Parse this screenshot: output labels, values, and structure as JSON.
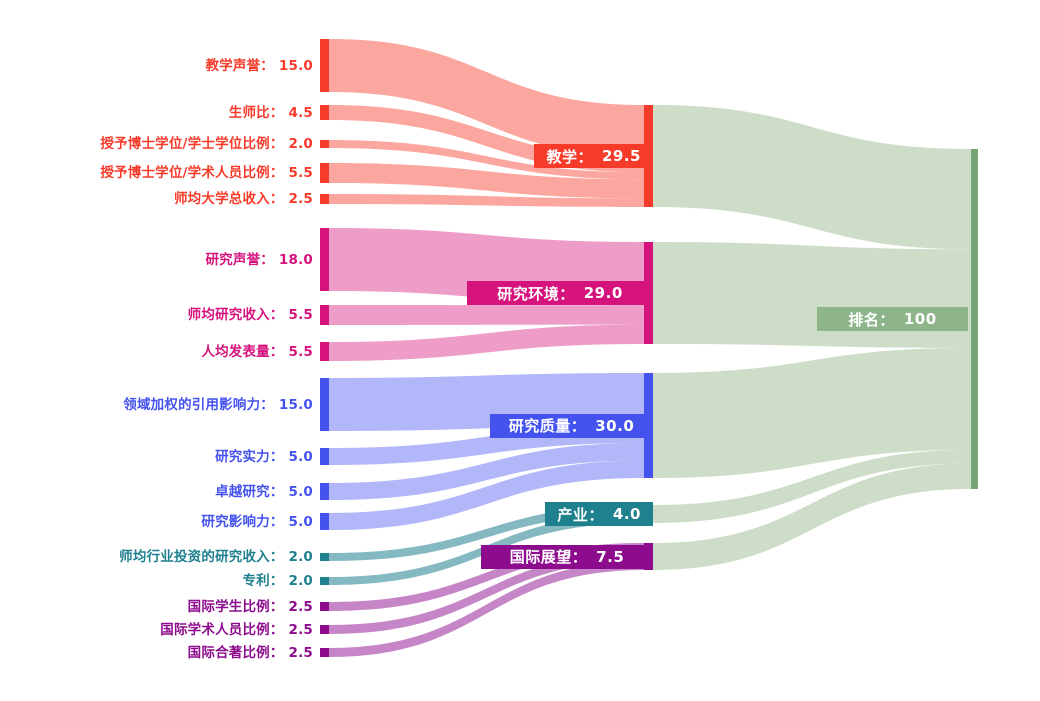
{
  "chart_data": {
    "type": "sankey",
    "title": "",
    "orientation": "horizontal",
    "background": "#ffffff",
    "separator": "：",
    "total": 100,
    "target": {
      "id": "rank",
      "label": "排名",
      "value": 100,
      "display": "100",
      "color": "#75a673",
      "flow_color": "#cdddc8"
    },
    "categories": [
      {
        "id": "teaching",
        "label": "教学",
        "value": 29.5,
        "display": "29.5",
        "color": "#f73b2b"
      },
      {
        "id": "research_env",
        "label": "研究环境",
        "value": 29.0,
        "display": "29.0",
        "color": "#d6127d"
      },
      {
        "id": "research_quality",
        "label": "研究质量",
        "value": 30.0,
        "display": "30.0",
        "color": "#4553ee"
      },
      {
        "id": "industry",
        "label": "产业",
        "value": 4.0,
        "display": "4.0",
        "color": "#1f808e"
      },
      {
        "id": "international",
        "label": "国际展望",
        "value": 7.5,
        "display": "7.5",
        "color": "#8c0c8d"
      }
    ],
    "sources": [
      {
        "id": "teach_rep",
        "label": "教学声誉",
        "value": 15.0,
        "display": "15.0",
        "category": "teaching"
      },
      {
        "id": "staff_ratio",
        "label": "生师比",
        "value": 4.5,
        "display": "4.5",
        "category": "teaching"
      },
      {
        "id": "doc_bach",
        "label": "授予博士学位/学士学位比例",
        "value": 2.0,
        "display": "2.0",
        "category": "teaching"
      },
      {
        "id": "doc_staff",
        "label": "授予博士学位/学术人员比例",
        "value": 5.5,
        "display": "5.5",
        "category": "teaching"
      },
      {
        "id": "uni_income",
        "label": "师均大学总收入",
        "value": 2.5,
        "display": "2.5",
        "category": "teaching"
      },
      {
        "id": "res_rep",
        "label": "研究声誉",
        "value": 18.0,
        "display": "18.0",
        "category": "research_env"
      },
      {
        "id": "res_income",
        "label": "师均研究收入",
        "value": 5.5,
        "display": "5.5",
        "category": "research_env"
      },
      {
        "id": "productivity",
        "label": "人均发表量",
        "value": 5.5,
        "display": "5.5",
        "category": "research_env"
      },
      {
        "id": "fwci",
        "label": "领域加权的引用影响力",
        "value": 15.0,
        "display": "15.0",
        "category": "research_quality"
      },
      {
        "id": "res_strength",
        "label": "研究实力",
        "value": 5.0,
        "display": "5.0",
        "category": "research_quality"
      },
      {
        "id": "res_excellence",
        "label": "卓越研究",
        "value": 5.0,
        "display": "5.0",
        "category": "research_quality"
      },
      {
        "id": "res_influence",
        "label": "研究影响力",
        "value": 5.0,
        "display": "5.0",
        "category": "research_quality"
      },
      {
        "id": "industry_income",
        "label": "师均行业投资的研究收入",
        "value": 2.0,
        "display": "2.0",
        "category": "industry"
      },
      {
        "id": "patents",
        "label": "专利",
        "value": 2.0,
        "display": "2.0",
        "category": "industry"
      },
      {
        "id": "intl_students",
        "label": "国际学生比例",
        "value": 2.5,
        "display": "2.5",
        "category": "international"
      },
      {
        "id": "intl_staff",
        "label": "国际学术人员比例",
        "value": 2.5,
        "display": "2.5",
        "category": "international"
      },
      {
        "id": "intl_coauth",
        "label": "国际合著比例",
        "value": 2.5,
        "display": "2.5",
        "category": "international"
      }
    ],
    "links": [
      {
        "source": "teach_rep",
        "target": "teaching",
        "value": 15.0
      },
      {
        "source": "staff_ratio",
        "target": "teaching",
        "value": 4.5
      },
      {
        "source": "doc_bach",
        "target": "teaching",
        "value": 2.0
      },
      {
        "source": "doc_staff",
        "target": "teaching",
        "value": 5.5
      },
      {
        "source": "uni_income",
        "target": "teaching",
        "value": 2.5
      },
      {
        "source": "res_rep",
        "target": "research_env",
        "value": 18.0
      },
      {
        "source": "res_income",
        "target": "research_env",
        "value": 5.5
      },
      {
        "source": "productivity",
        "target": "research_env",
        "value": 5.5
      },
      {
        "source": "fwci",
        "target": "research_quality",
        "value": 15.0
      },
      {
        "source": "res_strength",
        "target": "research_quality",
        "value": 5.0
      },
      {
        "source": "res_excellence",
        "target": "research_quality",
        "value": 5.0
      },
      {
        "source": "res_influence",
        "target": "research_quality",
        "value": 5.0
      },
      {
        "source": "industry_income",
        "target": "industry",
        "value": 2.0
      },
      {
        "source": "patents",
        "target": "industry",
        "value": 2.0
      },
      {
        "source": "intl_students",
        "target": "international",
        "value": 2.5
      },
      {
        "source": "intl_staff",
        "target": "international",
        "value": 2.5
      },
      {
        "source": "intl_coauth",
        "target": "international",
        "value": 2.5
      },
      {
        "source": "teaching",
        "target": "rank",
        "value": 29.5
      },
      {
        "source": "research_env",
        "target": "rank",
        "value": 29.0
      },
      {
        "source": "research_quality",
        "target": "rank",
        "value": 30.0
      },
      {
        "source": "industry",
        "target": "rank",
        "value": 4.0
      },
      {
        "source": "international",
        "target": "rank",
        "value": 7.5
      }
    ]
  }
}
